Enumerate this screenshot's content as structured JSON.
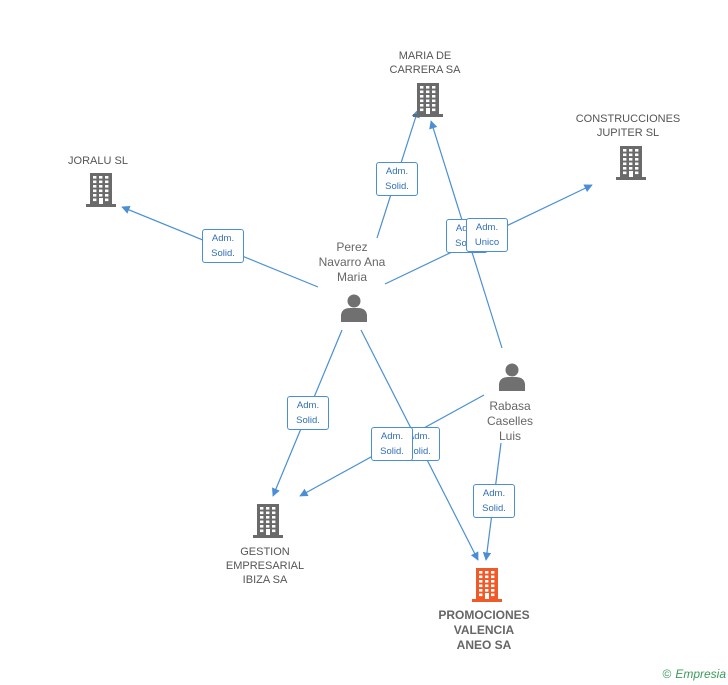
{
  "colors": {
    "edge": "#4a8fd6",
    "company": "#6a6a6a",
    "main_company": "#f05a28",
    "person": "#707070",
    "brand": "#3a9a5b"
  },
  "nodes": [
    {
      "id": "maria",
      "type": "company",
      "label": "MARIA DE\nCARRERA SA"
    },
    {
      "id": "construcciones",
      "type": "company",
      "label": "CONSTRUCCIONES\nJUPITER  SL"
    },
    {
      "id": "joralu",
      "type": "company",
      "label": "JORALU SL"
    },
    {
      "id": "perez",
      "type": "person",
      "label": "Perez\nNavarro Ana\nMaria"
    },
    {
      "id": "rabasa",
      "type": "person",
      "label": "Rabasa\nCaselles\nLuis"
    },
    {
      "id": "gestion",
      "type": "company",
      "label": "GESTION\nEMPRESARIAL\nIBIZA SA"
    },
    {
      "id": "promociones",
      "type": "main",
      "label": "PROMOCIONES\nVALENCIA\nANEO SA"
    }
  ],
  "edges": [
    {
      "from": "perez",
      "to": "maria",
      "label": "Adm.\nSolid."
    },
    {
      "from": "perez",
      "to": "joralu",
      "label": "Adm.\nSolid."
    },
    {
      "from": "perez",
      "to": "construcciones",
      "label": "Adm.\nSolid."
    },
    {
      "from": "rabasa",
      "to": "maria",
      "label": "Adm.\nUnico"
    },
    {
      "from": "perez",
      "to": "gestion",
      "label": "Adm.\nSolid."
    },
    {
      "from": "perez",
      "to": "promociones",
      "label": "Adm.\nSolid."
    },
    {
      "from": "rabasa",
      "to": "gestion",
      "label": "Adm.\nSolid."
    },
    {
      "from": "rabasa",
      "to": "promociones",
      "label": "Adm.\nSolid."
    }
  ],
  "brand": {
    "copyright": "©",
    "name": "Empresia"
  }
}
